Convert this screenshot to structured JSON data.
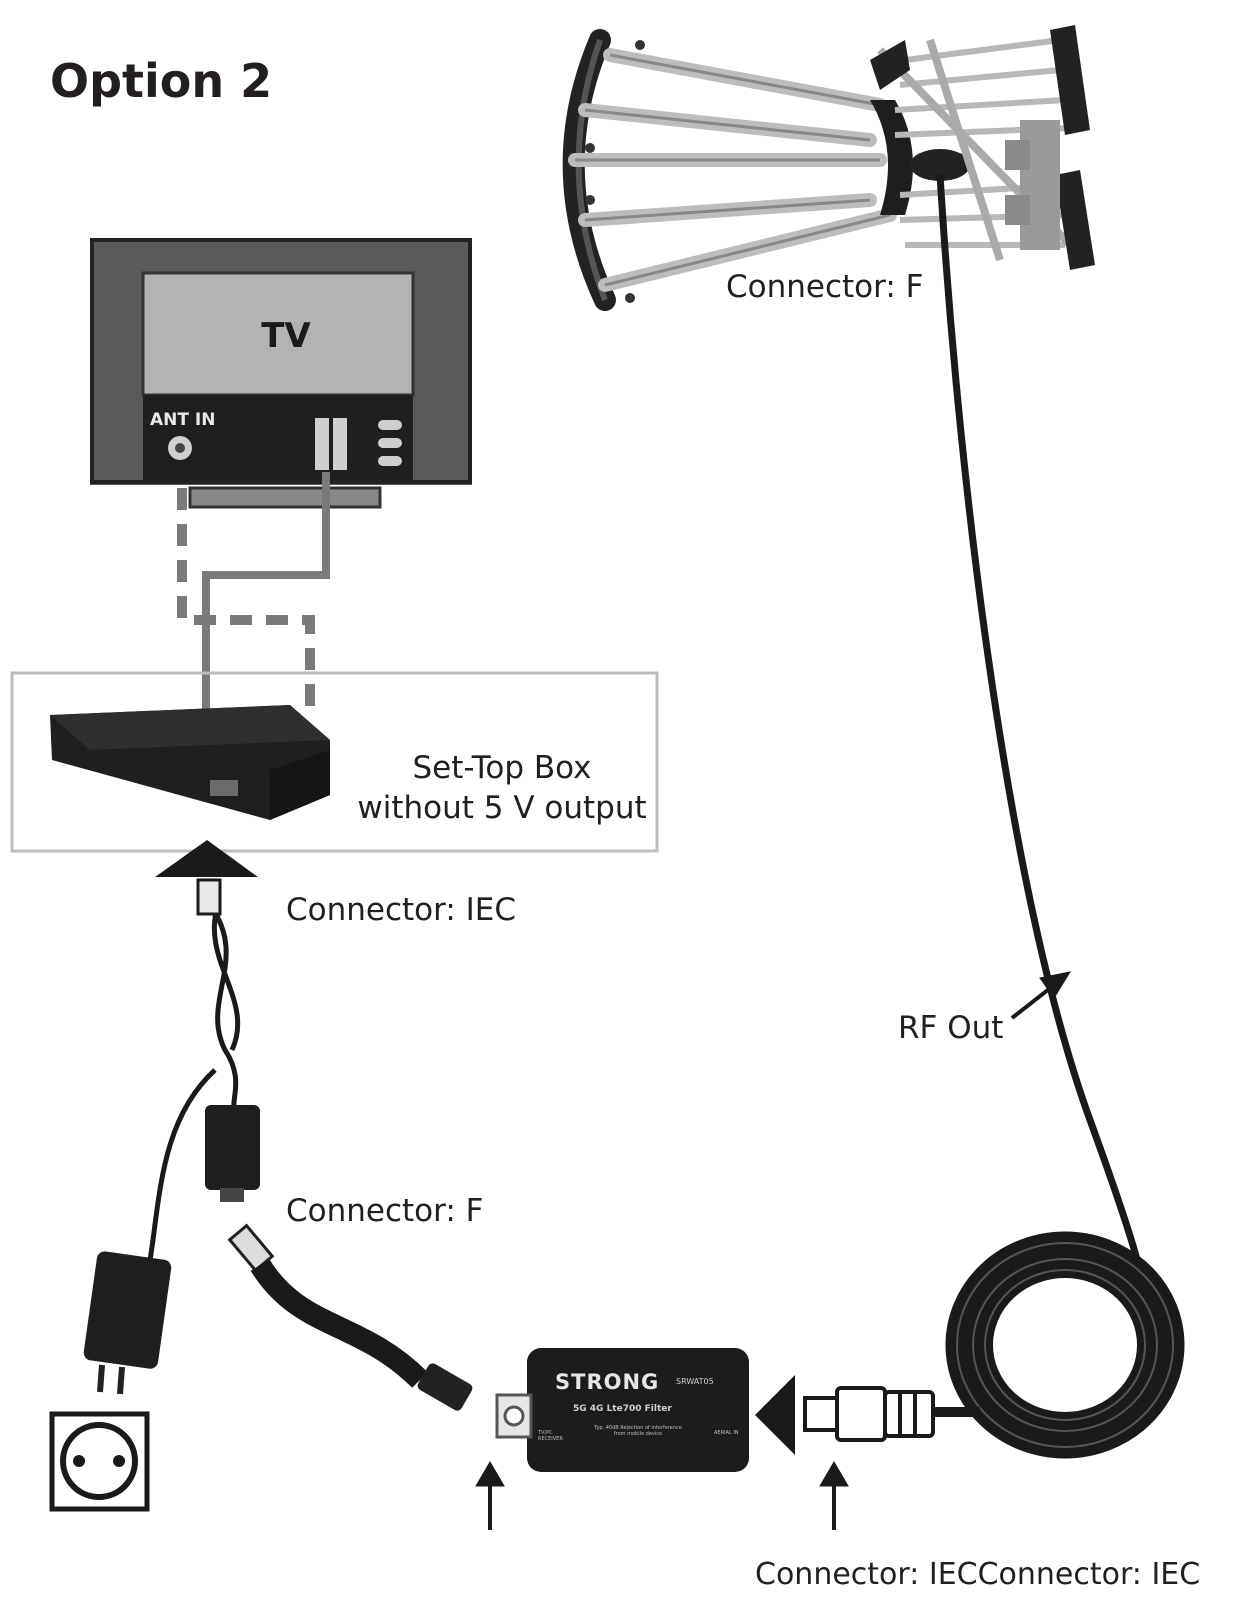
{
  "title": "Option 2",
  "tv": {
    "label": "TV",
    "ant_in": "ANT IN"
  },
  "set_top_box": {
    "line1": "Set-Top Box",
    "line2": "without 5 V output"
  },
  "filter": {
    "brand": "STRONG",
    "model": "SRWAT05",
    "subtitle": "5G 4G Lte700 Filter",
    "left_port": "TV/PC RECEIVER",
    "right_port": "AERIAL IN",
    "note": "Typ. 40dB Rejection of interference from mobile device"
  },
  "labels": {
    "antenna_connector": "Connector: F",
    "stb_connector": "Connector: IEC",
    "adapter_connector": "Connector: F",
    "rf_out": "RF Out",
    "bottom_connectors": "Connector: IECConnector: IEC"
  },
  "colors": {
    "text": "#231f20",
    "tv_frame": "#5a5a5a",
    "tv_screen": "#b3b3b3",
    "cable_grey": "#7a7a7a",
    "device": "#1c1c1c",
    "frame_border": "#bdbdbd"
  }
}
